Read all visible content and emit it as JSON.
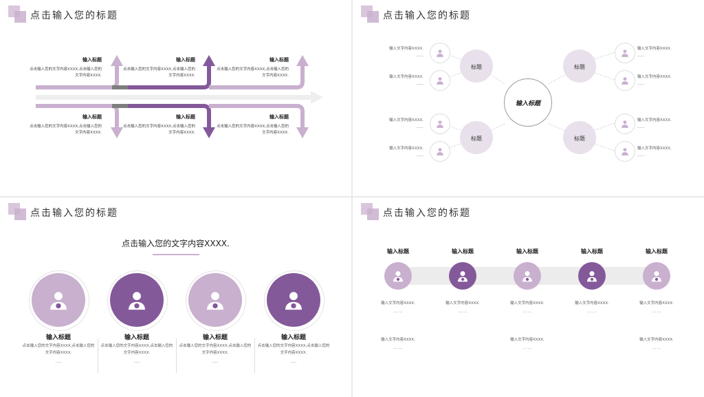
{
  "slide_title": "点击输入您的标题",
  "colors": {
    "light": "#c9b0cf",
    "dark": "#84599a",
    "pale": "#e8e0ea",
    "track": "#ececec"
  },
  "s1": {
    "blocks": [
      {
        "label": "输入标题",
        "text": "点击输入您的文字内容XXXX,点击输入您的文字内容XXXX."
      },
      {
        "label": "输入标题",
        "text": "点击输入您的文字内容XXXX,点击输入您的文字内容XXXX."
      },
      {
        "label": "输入标题",
        "text": "点击输入您的文字内容XXXX,点击输入您的文字内容XXXX."
      },
      {
        "label": "输入标题",
        "text": "点击输入您的文字内容XXXX,点击输入您的文字内容XXXX."
      },
      {
        "label": "输入标题",
        "text": "点击输入您的文字内容XXXX,点击输入您的文字内容XXXX."
      },
      {
        "label": "输入标题",
        "text": "点击输入您的文字内容XXXX,点击输入您的文字内容XXXX."
      }
    ]
  },
  "s2": {
    "center": "输入标题",
    "nodes": [
      "标题",
      "标题",
      "标题",
      "标题"
    ],
    "leaf_text": "输入文字内容XXXX.",
    "leaf_dots": "......"
  },
  "s3": {
    "subtitle": "点击输入您的文字内容XXXX.",
    "cards": [
      {
        "title": "输入标题",
        "text": "点击输入您的文字内容XXXX,点击输入您的文字内容XXXX.",
        "dots": "....."
      },
      {
        "title": "输入标题",
        "text": "点击输入您的文字内容XXXX,点击输入您的文字内容XXXX.",
        "dots": "....."
      },
      {
        "title": "输入标题",
        "text": "点击输入您的文字内容XXXX,点击输入您的文字内容XXXX.",
        "dots": "....."
      },
      {
        "title": "输入标题",
        "text": "点击输入您的文字内容XXXX,点击输入您的文字内容XXXX.",
        "dots": "....."
      }
    ]
  },
  "s4": {
    "items": [
      {
        "title": "输入标题",
        "texts": [
          "输入文字内容XXXX.",
          "输入文字内容XXXX."
        ]
      },
      {
        "title": "输入标题",
        "texts": [
          "输入文字内容XXXX."
        ]
      },
      {
        "title": "输入标题",
        "texts": [
          "输入文字内容XXXX.",
          "输入文字内容XXXX."
        ]
      },
      {
        "title": "输入标题",
        "texts": [
          "输入文字内容XXXX."
        ]
      },
      {
        "title": "输入标题",
        "texts": [
          "输入文字内容XXXX.",
          "输入文字内容XXXX."
        ]
      }
    ],
    "dots": "... ..."
  }
}
